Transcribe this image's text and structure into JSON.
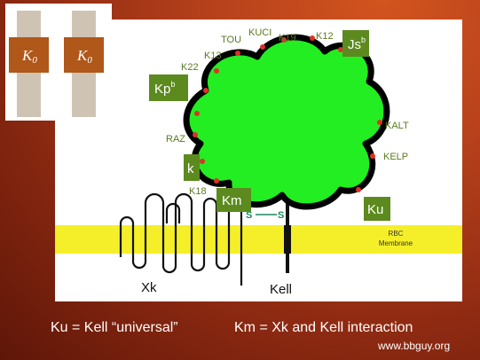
{
  "colors": {
    "background": "#a33a18",
    "membrane": "#f5ef2a",
    "kell_body": "#22ee22",
    "antigen_box": "#5c8a1e",
    "antigen_text": "#5a7a20",
    "dot": "#e0302a",
    "ko_box": "#b0571a",
    "ko_bar": "#cfc4b4"
  },
  "inset": {
    "ko_left": "K",
    "ko_left_sub": "0",
    "ko_right": "K",
    "ko_right_sub": "0"
  },
  "antigens": {
    "tou": "TOU",
    "kuci": "KUCI",
    "k19": "K19",
    "k12": "K12",
    "jsb": "Js",
    "jsb_sup": "b",
    "k13": "K13",
    "k22": "K22",
    "kpb": "Kp",
    "kpb_sup": "b",
    "raz": "RAZ",
    "k": "k",
    "k18": "K18",
    "km": "Km",
    "kalt": "KALT",
    "kelp": "KELP",
    "ku": "Ku"
  },
  "membrane": {
    "line1": "RBC",
    "line2": "Membrane"
  },
  "disulfide": {
    "left": "S",
    "right": "S"
  },
  "proteins": {
    "xk": "Xk",
    "kell": "Kell"
  },
  "footer": {
    "left": "Ku = Kell “universal”",
    "right": "Km = Xk and Kell interaction",
    "url": "www.bbguy.org"
  }
}
